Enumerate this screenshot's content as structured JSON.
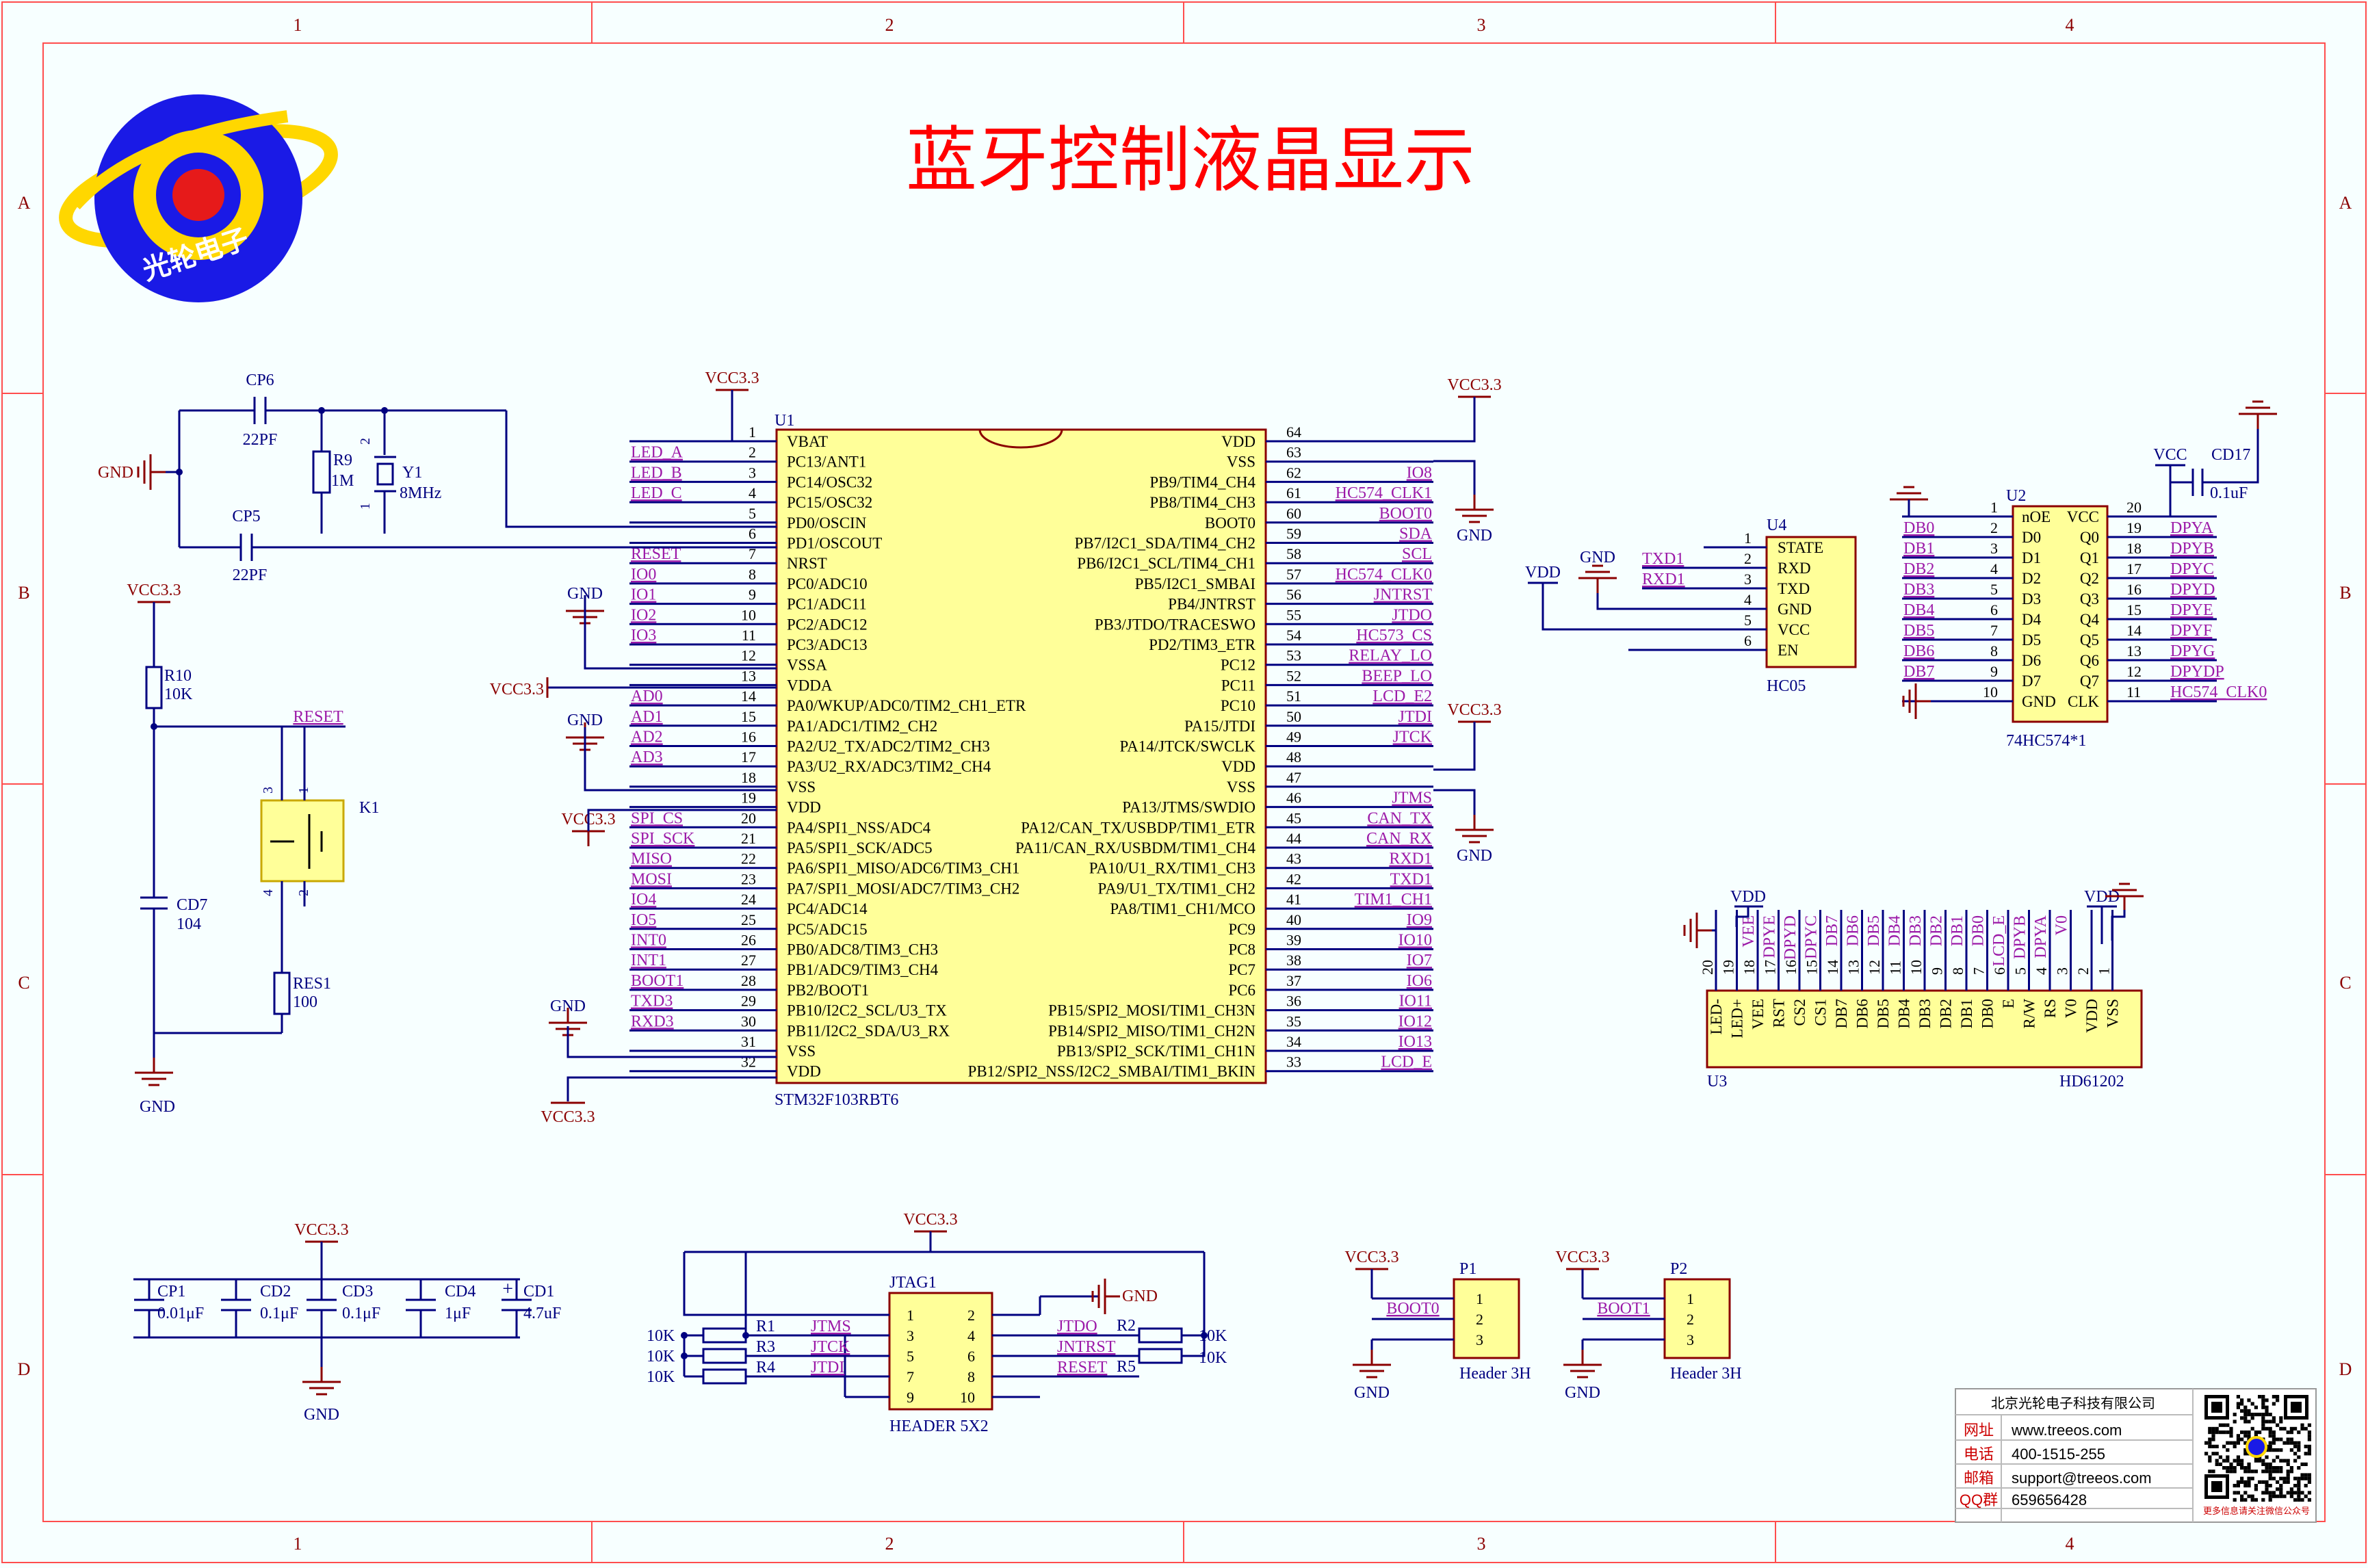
{
  "title": "蓝牙控制液晶显示",
  "logo_text": "光轮电子",
  "border": {
    "cols": [
      "1",
      "2",
      "3",
      "4"
    ],
    "rows": [
      "A",
      "B",
      "C",
      "D"
    ]
  },
  "colors": {
    "wire": "#000080",
    "part": "#8b0000",
    "net": "#9c1aa8",
    "title": "#ff0000",
    "body": "#ffff99",
    "bg": "#f7ffff",
    "grid": "#ff4d4d"
  },
  "u1": {
    "ref": "U1",
    "part": "STM32F103RBT6",
    "left_pins": [
      {
        "n": "1",
        "name": "VBAT",
        "net": ""
      },
      {
        "n": "2",
        "name": "PC13/ANT1",
        "net": "LED_A"
      },
      {
        "n": "3",
        "name": "PC14/OSC32",
        "net": "LED_B"
      },
      {
        "n": "4",
        "name": "PC15/OSC32",
        "net": "LED_C"
      },
      {
        "n": "5",
        "name": "PD0/OSCIN",
        "net": ""
      },
      {
        "n": "6",
        "name": "PD1/OSCOUT",
        "net": ""
      },
      {
        "n": "7",
        "name": "NRST",
        "net": "RESET"
      },
      {
        "n": "8",
        "name": "PC0/ADC10",
        "net": "IO0"
      },
      {
        "n": "9",
        "name": "PC1/ADC11",
        "net": "IO1"
      },
      {
        "n": "10",
        "name": "PC2/ADC12",
        "net": "IO2"
      },
      {
        "n": "11",
        "name": "PC3/ADC13",
        "net": "IO3"
      },
      {
        "n": "12",
        "name": "VSSA",
        "net": ""
      },
      {
        "n": "13",
        "name": "VDDA",
        "net": ""
      },
      {
        "n": "14",
        "name": "PA0/WKUP/ADC0/TIM2_CH1_ETR",
        "net": "AD0"
      },
      {
        "n": "15",
        "name": "PA1/ADC1/TIM2_CH2",
        "net": "AD1"
      },
      {
        "n": "16",
        "name": "PA2/U2_TX/ADC2/TIM2_CH3",
        "net": "AD2"
      },
      {
        "n": "17",
        "name": "PA3/U2_RX/ADC3/TIM2_CH4",
        "net": "AD3"
      },
      {
        "n": "18",
        "name": "VSS",
        "net": ""
      },
      {
        "n": "19",
        "name": "VDD",
        "net": ""
      },
      {
        "n": "20",
        "name": "PA4/SPI1_NSS/ADC4",
        "net": "SPI_CS"
      },
      {
        "n": "21",
        "name": "PA5/SPI1_SCK/ADC5",
        "net": "SPI_SCK"
      },
      {
        "n": "22",
        "name": "PA6/SPI1_MISO/ADC6/TIM3_CH1",
        "net": "MISO"
      },
      {
        "n": "23",
        "name": "PA7/SPI1_MOSI/ADC7/TIM3_CH2",
        "net": "MOSI"
      },
      {
        "n": "24",
        "name": "PC4/ADC14",
        "net": "IO4"
      },
      {
        "n": "25",
        "name": "PC5/ADC15",
        "net": "IO5"
      },
      {
        "n": "26",
        "name": "PB0/ADC8/TIM3_CH3",
        "net": "INT0"
      },
      {
        "n": "27",
        "name": "PB1/ADC9/TIM3_CH4",
        "net": "INT1"
      },
      {
        "n": "28",
        "name": "PB2/BOOT1",
        "net": "BOOT1"
      },
      {
        "n": "29",
        "name": "PB10/I2C2_SCL/U3_TX",
        "net": "TXD3"
      },
      {
        "n": "30",
        "name": "PB11/I2C2_SDA/U3_RX",
        "net": "RXD3"
      },
      {
        "n": "31",
        "name": "VSS",
        "net": ""
      },
      {
        "n": "32",
        "name": "VDD",
        "net": ""
      }
    ],
    "right_pins": [
      {
        "n": "64",
        "name": "VDD",
        "net": ""
      },
      {
        "n": "63",
        "name": "VSS",
        "net": ""
      },
      {
        "n": "62",
        "name": "PB9/TIM4_CH4",
        "net": "IO8"
      },
      {
        "n": "61",
        "name": "PB8/TIM4_CH3",
        "net": "HC574_CLK1"
      },
      {
        "n": "60",
        "name": "BOOT0",
        "net": "BOOT0"
      },
      {
        "n": "59",
        "name": "PB7/I2C1_SDA/TIM4_CH2",
        "net": "SDA"
      },
      {
        "n": "58",
        "name": "PB6/I2C1_SCL/TIM4_CH1",
        "net": "SCL"
      },
      {
        "n": "57",
        "name": "PB5/I2C1_SMBAI",
        "net": "HC574_CLK0"
      },
      {
        "n": "56",
        "name": "PB4/JNTRST",
        "net": "JNTRST"
      },
      {
        "n": "55",
        "name": "PB3/JTDO/TRACESWO",
        "net": "JTDO"
      },
      {
        "n": "54",
        "name": "PD2/TIM3_ETR",
        "net": "HC573_CS"
      },
      {
        "n": "53",
        "name": "PC12",
        "net": "RELAY_LO"
      },
      {
        "n": "52",
        "name": "PC11",
        "net": "BEEP_LO"
      },
      {
        "n": "51",
        "name": "PC10",
        "net": "LCD_E2"
      },
      {
        "n": "50",
        "name": "PA15/JTDI",
        "net": "JTDI"
      },
      {
        "n": "49",
        "name": "PA14/JTCK/SWCLK",
        "net": "JTCK"
      },
      {
        "n": "48",
        "name": "VDD",
        "net": ""
      },
      {
        "n": "47",
        "name": "VSS",
        "net": ""
      },
      {
        "n": "46",
        "name": "PA13/JTMS/SWDIO",
        "net": "JTMS"
      },
      {
        "n": "45",
        "name": "PA12/CAN_TX/USBDP/TIM1_ETR",
        "net": "CAN_TX"
      },
      {
        "n": "44",
        "name": "PA11/CAN_RX/USBDM/TIM1_CH4",
        "net": "CAN_RX"
      },
      {
        "n": "43",
        "name": "PA10/U1_RX/TIM1_CH3",
        "net": "RXD1"
      },
      {
        "n": "42",
        "name": "PA9/U1_TX/TIM1_CH2",
        "net": "TXD1"
      },
      {
        "n": "41",
        "name": "PA8/TIM1_CH1/MCO",
        "net": "TIM1_CH1"
      },
      {
        "n": "40",
        "name": "PC9",
        "net": "IO9"
      },
      {
        "n": "39",
        "name": "PC8",
        "net": "IO10"
      },
      {
        "n": "38",
        "name": "PC7",
        "net": "IO7"
      },
      {
        "n": "37",
        "name": "PC6",
        "net": "IO6"
      },
      {
        "n": "36",
        "name": "PB15/SPI2_MOSI/TIM1_CH3N",
        "net": "IO11"
      },
      {
        "n": "35",
        "name": "PB14/SPI2_MISO/TIM1_CH2N",
        "net": "IO12"
      },
      {
        "n": "34",
        "name": "PB13/SPI2_SCK/TIM1_CH1N",
        "net": "IO13"
      },
      {
        "n": "33",
        "name": "PB12/SPI2_NSS/I2C2_SMBAI/TIM1_BKIN",
        "net": "LCD_E"
      }
    ]
  },
  "osc": {
    "cp6": "CP6",
    "cp6_val": "22PF",
    "cp5": "CP5",
    "cp5_val": "22PF",
    "r9": "R9",
    "r9_val": "1M",
    "y1": "Y1",
    "y1_val": "8MHz",
    "gnd": "GND",
    "pin1": "1",
    "pin2": "2"
  },
  "reset": {
    "vcc": "VCC3.3",
    "r10": "R10",
    "r10_val": "10K",
    "net": "RESET",
    "k1": "K1",
    "cd7": "CD7",
    "cd7_val": "104",
    "res1": "RES1",
    "res1_val": "100",
    "gnd": "GND",
    "pins": [
      "3",
      "1",
      "4",
      "2"
    ]
  },
  "power_labels": {
    "vcc": "VCC3.3",
    "gnd": "GND",
    "vdd": "VDD",
    "vcc_plain": "VCC"
  },
  "decoupling": {
    "vcc": "VCC3.3",
    "gnd": "GND",
    "caps": [
      {
        "ref": "CP1",
        "val": "0.01μF"
      },
      {
        "ref": "CD2",
        "val": "0.1μF"
      },
      {
        "ref": "CD3",
        "val": "0.1μF"
      },
      {
        "ref": "CD4",
        "val": "1μF"
      },
      {
        "ref": "CD1",
        "val": "4.7uF"
      }
    ],
    "plus": "+"
  },
  "jtag": {
    "ref": "JTAG1",
    "part": "HEADER 5X2",
    "vcc": "VCC3.3",
    "gnd": "GND",
    "left_pins": [
      "1",
      "3",
      "5",
      "7",
      "9"
    ],
    "right_pins": [
      "2",
      "4",
      "6",
      "8",
      "10"
    ],
    "left_nets": [
      "JTMS",
      "JTCK",
      "JTDI"
    ],
    "right_nets": [
      "JTDO",
      "JNTRST",
      "RESET"
    ],
    "left_res": [
      "R1",
      "R3",
      "R4"
    ],
    "right_res": [
      "R2",
      "R5"
    ],
    "res_val": "10K"
  },
  "boot": {
    "p1": "P1",
    "p2": "P2",
    "part": "Header 3H",
    "vcc": "VCC3.3",
    "gnd": "GND",
    "net0": "BOOT0",
    "net1": "BOOT1",
    "pins": [
      "1",
      "2",
      "3"
    ]
  },
  "hc05": {
    "ref": "U4",
    "part": "HC05",
    "pins": [
      {
        "n": "1",
        "name": "STATE",
        "net": ""
      },
      {
        "n": "2",
        "name": "RXD",
        "net": "TXD1"
      },
      {
        "n": "3",
        "name": "TXD",
        "net": "RXD1"
      },
      {
        "n": "4",
        "name": "GND",
        "net": ""
      },
      {
        "n": "5",
        "name": "VCC",
        "net": ""
      },
      {
        "n": "6",
        "name": "EN",
        "net": ""
      }
    ],
    "vdd": "VDD",
    "gnd": "GND"
  },
  "u2": {
    "ref": "U2",
    "part": "74HC574*1",
    "vcc": "VCC",
    "cap": "CD17",
    "cap_val": "0.1uF",
    "left": [
      {
        "n": "1",
        "name": "nOE",
        "net": ""
      },
      {
        "n": "2",
        "name": "D0",
        "net": "DB0"
      },
      {
        "n": "3",
        "name": "D1",
        "net": "DB1"
      },
      {
        "n": "4",
        "name": "D2",
        "net": "DB2"
      },
      {
        "n": "5",
        "name": "D3",
        "net": "DB3"
      },
      {
        "n": "6",
        "name": "D4",
        "net": "DB4"
      },
      {
        "n": "7",
        "name": "D5",
        "net": "DB5"
      },
      {
        "n": "8",
        "name": "D6",
        "net": "DB6"
      },
      {
        "n": "9",
        "name": "D7",
        "net": "DB7"
      },
      {
        "n": "10",
        "name": "GND",
        "net": ""
      }
    ],
    "right": [
      {
        "n": "20",
        "name": "VCC",
        "net": ""
      },
      {
        "n": "19",
        "name": "Q0",
        "net": "DPYA"
      },
      {
        "n": "18",
        "name": "Q1",
        "net": "DPYB"
      },
      {
        "n": "17",
        "name": "Q2",
        "net": "DPYC"
      },
      {
        "n": "16",
        "name": "Q3",
        "net": "DPYD"
      },
      {
        "n": "15",
        "name": "Q4",
        "net": "DPYE"
      },
      {
        "n": "14",
        "name": "Q5",
        "net": "DPYF"
      },
      {
        "n": "13",
        "name": "Q6",
        "net": "DPYG"
      },
      {
        "n": "12",
        "name": "Q7",
        "net": "DPYDP"
      },
      {
        "n": "11",
        "name": "CLK",
        "net": "HC574_CLK0"
      }
    ]
  },
  "u3": {
    "ref": "U3",
    "part": "HD61202",
    "vdd1": "VDD",
    "vdd2": "VDD",
    "pins": [
      {
        "n": "20",
        "name": "LED-",
        "net": ""
      },
      {
        "n": "19",
        "name": "LED+",
        "net": ""
      },
      {
        "n": "18",
        "name": "VEE",
        "net": "VEE"
      },
      {
        "n": "17",
        "name": "RST",
        "net": "DPYE"
      },
      {
        "n": "16",
        "name": "CS2",
        "net": "DPYD"
      },
      {
        "n": "15",
        "name": "CS1",
        "net": "DPYC"
      },
      {
        "n": "14",
        "name": "DB7",
        "net": "DB7"
      },
      {
        "n": "13",
        "name": "DB6",
        "net": "DB6"
      },
      {
        "n": "12",
        "name": "DB5",
        "net": "DB5"
      },
      {
        "n": "11",
        "name": "DB4",
        "net": "DB4"
      },
      {
        "n": "10",
        "name": "DB3",
        "net": "DB3"
      },
      {
        "n": "9",
        "name": "DB2",
        "net": "DB2"
      },
      {
        "n": "8",
        "name": "DB1",
        "net": "DB1"
      },
      {
        "n": "7",
        "name": "DB0",
        "net": "DB0"
      },
      {
        "n": "6",
        "name": "E",
        "net": "LCD_E"
      },
      {
        "n": "5",
        "name": "R/W",
        "net": "DPYB"
      },
      {
        "n": "4",
        "name": "RS",
        "net": "DPYA"
      },
      {
        "n": "3",
        "name": "V0",
        "net": "V0"
      },
      {
        "n": "2",
        "name": "VDD",
        "net": ""
      },
      {
        "n": "1",
        "name": "VSS",
        "net": ""
      }
    ]
  },
  "info": {
    "company": "北京光轮电子科技有限公司",
    "rows": [
      {
        "k": "网址",
        "v": "www.treeos.com"
      },
      {
        "k": "电话",
        "v": "400-1515-255"
      },
      {
        "k": "邮箱",
        "v": "support@treeos.com"
      },
      {
        "k": "QQ群",
        "v": "659656428"
      }
    ],
    "qr_caption": "更多信息请关注微信公众号"
  }
}
